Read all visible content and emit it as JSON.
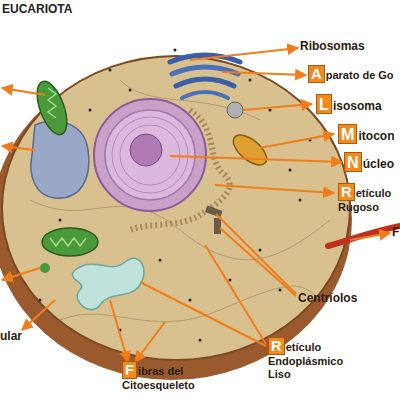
{
  "diagram": {
    "title": "EUCARIOTA",
    "labels": [
      "Ribosomas",
      "Aparato de Go",
      "Lisosoma",
      "Mitocon",
      "Núcleo",
      "Retículo Rugoso",
      "F",
      "Centríolos",
      "ular",
      "Retículo Endoplásmico Liso",
      "Fibras del Citoesqueleto"
    ]
  }
}
